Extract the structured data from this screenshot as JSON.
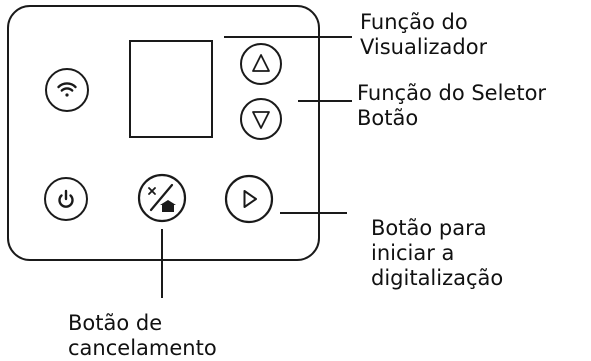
{
  "callouts": {
    "viewer": [
      "Função do",
      "Visualizador"
    ],
    "selector": [
      "Função do Seletor",
      "Botão"
    ],
    "start": [
      "Botão para",
      "iniciar a",
      "digitalização"
    ],
    "cancel": [
      "Botão de",
      "cancelamento"
    ]
  },
  "panel": {
    "buttons": [
      {
        "id": "wifi",
        "icon": "wifi-icon"
      },
      {
        "id": "power",
        "icon": "power-icon"
      },
      {
        "id": "cancel",
        "icon": "cancel-home-icon"
      },
      {
        "id": "start",
        "icon": "play-triangle-icon"
      },
      {
        "id": "up",
        "icon": "triangle-up-icon"
      },
      {
        "id": "down",
        "icon": "triangle-down-icon"
      }
    ]
  },
  "colors": {
    "stroke": "#1a1a1a",
    "background": "#ffffff"
  }
}
